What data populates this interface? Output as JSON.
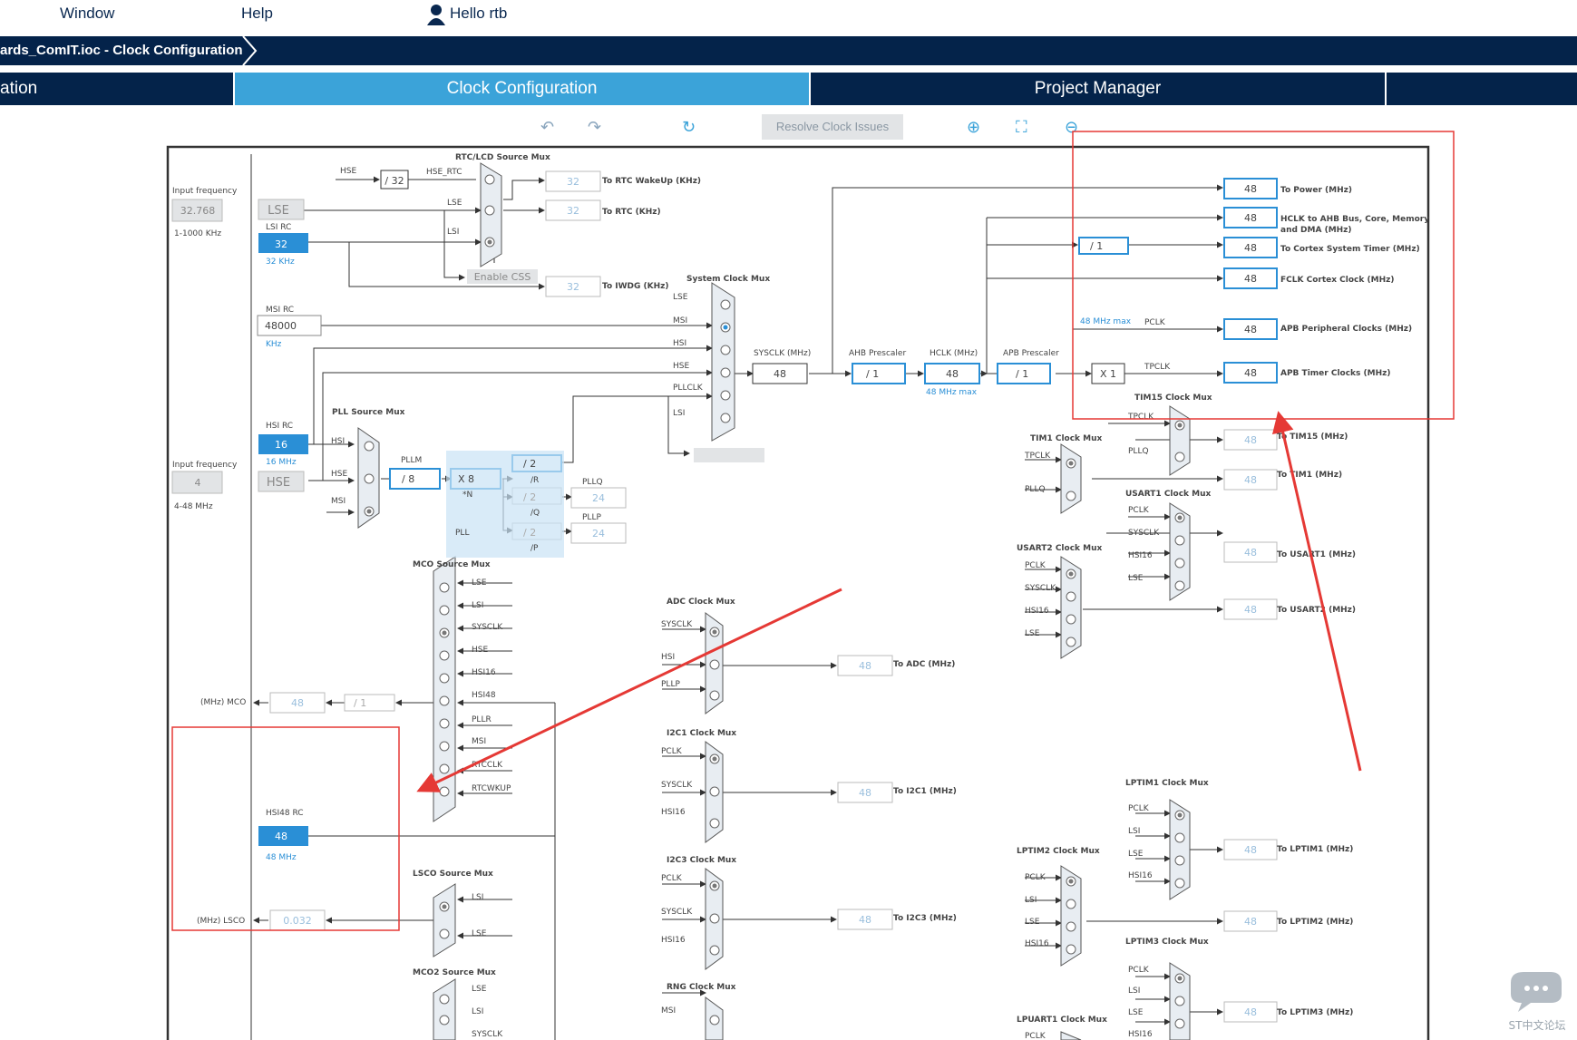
{
  "menu": {
    "window": "Window",
    "help": "Help",
    "user": "Hello rtb"
  },
  "breadcrumb": "ards_ComIT.ioc - Clock Configuration",
  "tabs": [
    {
      "label": "ation"
    },
    {
      "label": "Clock Configuration"
    },
    {
      "label": "Project Manager"
    }
  ],
  "toolbar": {
    "resolve": "Resolve Clock Issues"
  },
  "diagram": {
    "input_frequency": "Input frequency",
    "lse_freq": "32.768",
    "lse_range": "1-1000 KHz",
    "lse": "LSE",
    "lsi_rc": "LSI RC",
    "lsi_val": "32",
    "lsi_unit": "32 KHz",
    "hse": "HSE",
    "div32": "/ 32",
    "hse_rtc": "HSE_RTC",
    "rtc_mux": "RTC/LCD Source Mux",
    "lse_lbl": "LSE",
    "lsi_lbl": "LSI",
    "rtc_wakeup_val": "32",
    "rtc_wakeup": "To RTC WakeUp (KHz)",
    "rtc_val": "32",
    "rtc": "To RTC (KHz)",
    "enable_css": "Enable CSS",
    "iwdg_val": "32",
    "iwdg": "To IWDG (KHz)",
    "msi_rc": "MSI RC",
    "msi_val": "48000",
    "msi_unit": "KHz",
    "sys_mux": "System Clock Mux",
    "msi": "MSI",
    "hsi": "HSI",
    "pllclk": "PLLCLK",
    "sysclk_lbl": "SYSCLK (MHz)",
    "sysclk_val": "48",
    "ahb_pre": "AHB Prescaler",
    "ahb_val": "/ 1",
    "hclk_lbl": "HCLK (MHz)",
    "hclk_val": "48",
    "hclk_max": "48 MHz max",
    "apb_pre": "APB Prescaler",
    "apb_val": "/ 1",
    "x1": "X 1",
    "pclk": "PCLK",
    "tpclk": "TPCLK",
    "pclk_max": "48 MHz max",
    "cortex_div": "/ 1",
    "out_power": "48",
    "out_power_lbl": "To Power (MHz)",
    "out_hclk": "48",
    "out_hclk_lbl1": "HCLK to AHB Bus, Core, Memory",
    "out_hclk_lbl2": "and DMA (MHz)",
    "out_cortex": "48",
    "out_cortex_lbl": "To Cortex System Timer (MHz)",
    "out_fclk": "48",
    "out_fclk_lbl": "FCLK Cortex Clock (MHz)",
    "out_apb": "48",
    "out_apb_lbl": "APB Peripheral Clocks (MHz)",
    "out_tim": "48",
    "out_tim_lbl": "APB Timer Clocks (MHz)",
    "hsi_rc": "HSI RC",
    "hsi_val": "16",
    "hsi_unit": "16 MHz",
    "hse_freq": "4",
    "hse_range": "4-48 MHz",
    "pll_mux": "PLL Source Mux",
    "pllm": "PLLM",
    "pllm_val": "/ 8",
    "pll_n": "X 8",
    "n_lbl": "*N",
    "pll": "PLL",
    "r_val": "/ 2",
    "r_lbl": "/R",
    "q_val": "/ 2",
    "q_lbl": "/Q",
    "p_val": "/ 2",
    "p_lbl": "/P",
    "pllq": "PLLQ",
    "pllq_val": "24",
    "pllp": "PLLP",
    "pllp_val": "24",
    "mco_mux": "MCO Source Mux",
    "mco_lbl": "(MHz) MCO",
    "mco_val": "48",
    "mco_div": "/ 1",
    "sysclk": "SYSCLK",
    "hsi16": "HSI16",
    "hsi48": "HSI48",
    "pllr": "PLLR",
    "rtcclk": "RTCCLK",
    "rtcwkup": "RTCWKUP",
    "hsi48_rc": "HSI48 RC",
    "hsi48_val": "48",
    "hsi48_unit": "48 MHz",
    "lsco_mux": "LSCO Source Mux",
    "lsco_lbl": "(MHz) LSCO",
    "lsco_val": "0.032",
    "mco2_mux": "MCO2 Source Mux",
    "adc_mux": "ADC Clock Mux",
    "pllp_lbl": "PLLP",
    "adc_val": "48",
    "adc": "To ADC (MHz)",
    "i2c1_mux": "I2C1 Clock Mux",
    "i2c1_val": "48",
    "i2c1": "To I2C1 (MHz)",
    "i2c3_mux": "I2C3 Clock Mux",
    "i2c3_val": "48",
    "i2c3": "To I2C3 (MHz)",
    "rng_mux": "RNG Clock Mux",
    "tim15_mux": "TIM15 Clock Mux",
    "tim15_val": "48",
    "tim15": "To TIM15 (MHz)",
    "tim1_mux": "TIM1 Clock Mux",
    "tim1_val": "48",
    "tim1": "To TIM1 (MHz)",
    "usart1_mux": "USART1 Clock Mux",
    "usart1_val": "48",
    "usart1": "To USART1 (MHz)",
    "usart2_mux": "USART2 Clock Mux",
    "usart2_val": "48",
    "usart2": "To USART2 (MHz)",
    "lptim1_mux": "LPTIM1 Clock Mux",
    "lptim1_val": "48",
    "lptim1": "To LPTIM1 (MHz)",
    "lptim2_mux": "LPTIM2 Clock Mux",
    "lptim2_val": "48",
    "lptim2": "To LPTIM2 (MHz)",
    "lptim3_mux": "LPTIM3 Clock Mux",
    "lptim3_val": "48",
    "lptim3": "To LPTIM3 (MHz)",
    "lpuart1_mux": "LPUART1 Clock Mux",
    "pllq_lbl2": "PLLQ"
  },
  "watermark": "ST中文论坛"
}
